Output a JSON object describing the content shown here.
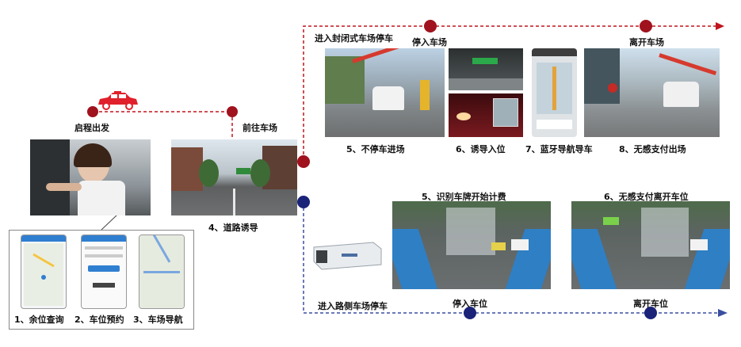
{
  "labels": {
    "start": "启程出发",
    "to_lot": "前往车场",
    "road_guide": "4、道路诱导",
    "closed_lot": "进入封闭式车场停车",
    "enter_lot": "停入车场",
    "leave_lot": "离开车场",
    "step5_closed": "5、不停车进场",
    "step6_closed": "6、诱导入位",
    "step7_closed": "7、蓝牙导航导车",
    "step8_closed": "8、无感支付出场",
    "street_parking": "进入路侧车场停车",
    "step5_street": "5、识别车牌开始计费",
    "step6_street": "6、无感支付离开车位",
    "enter_space": "停入车位",
    "leave_space": "离开车位",
    "app1": "1、余位查询",
    "app2": "2、车位预约",
    "app3": "3、车场导航"
  },
  "colors": {
    "red_route": "#c0151f",
    "blue_route": "#1f2f7a",
    "node_red": "#a0121d",
    "node_blue": "#1a2378",
    "car_red": "#e0202a"
  },
  "icons": {
    "car": "taxi-car-icon",
    "camera": "lpr-camera-icon"
  }
}
